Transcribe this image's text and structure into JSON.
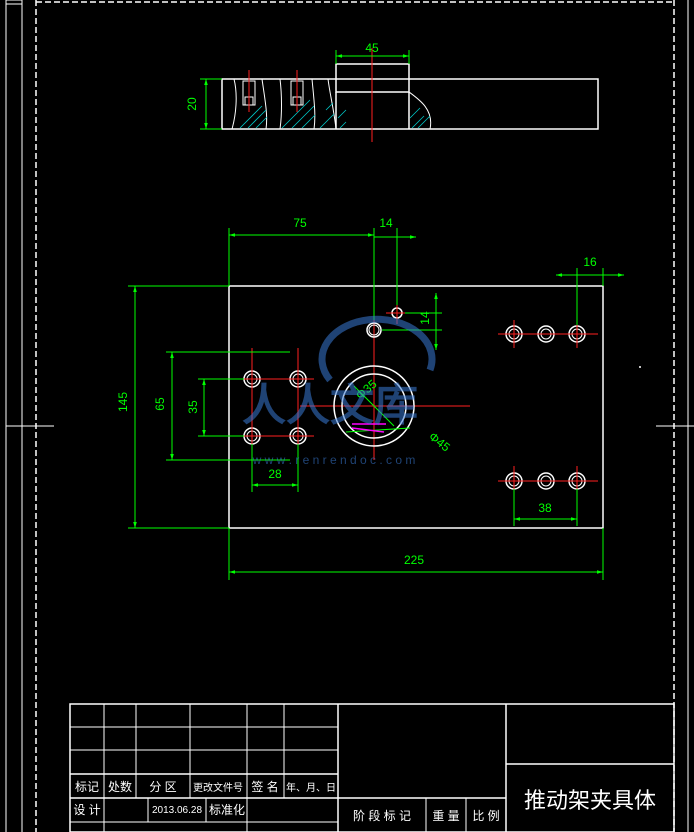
{
  "drawing": {
    "title": "推动架夹具体",
    "watermark_text": "人人文库",
    "watermark_url": "w w w . r e n r e n d o c . c o m"
  },
  "top_view": {
    "dim_width": "45",
    "dim_height": "20"
  },
  "front_view": {
    "dims": {
      "d75": "75",
      "d14_top": "14",
      "d16": "16",
      "d14_side": "14",
      "d145": "145",
      "d65": "65",
      "d35": "35",
      "d28": "28",
      "d38": "38",
      "d225": "225",
      "dia35": "Φ35",
      "dia45": "Φ45"
    }
  },
  "title_block": {
    "row_labels": [
      "标记",
      "处数",
      "分 区",
      "更改文件号",
      "签 名",
      "年、月、日"
    ],
    "design_label": "设 计",
    "design_date": "2013.06.28",
    "standardize_label": "标准化",
    "stage_label": "阶 段 标 记",
    "weight_label": "重 量",
    "scale_label": "比 例"
  }
}
